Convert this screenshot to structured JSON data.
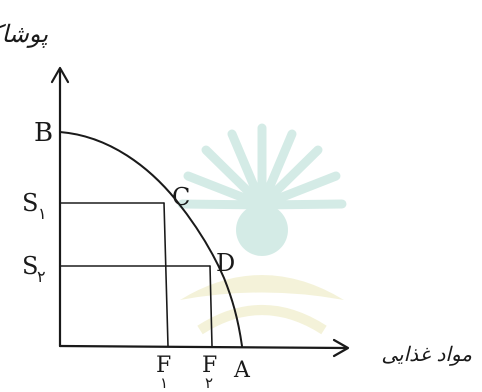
{
  "diagram": {
    "y_axis_label": "پوشاک",
    "x_axis_label": "مواد غذایی",
    "points": {
      "B": "B",
      "C": "C",
      "D": "D",
      "A": "A"
    },
    "y_ticks": {
      "s1_letter": "S",
      "s1_sub": "۱",
      "s2_letter": "S",
      "s2_sub": "۲"
    },
    "x_ticks": {
      "f1_letter": "F",
      "f1_sub": "۱",
      "f2_letter": "F",
      "f2_sub": "۲"
    },
    "watermark": {
      "primary_color": "#2e9e86",
      "secondary_color": "#c9c247"
    }
  }
}
